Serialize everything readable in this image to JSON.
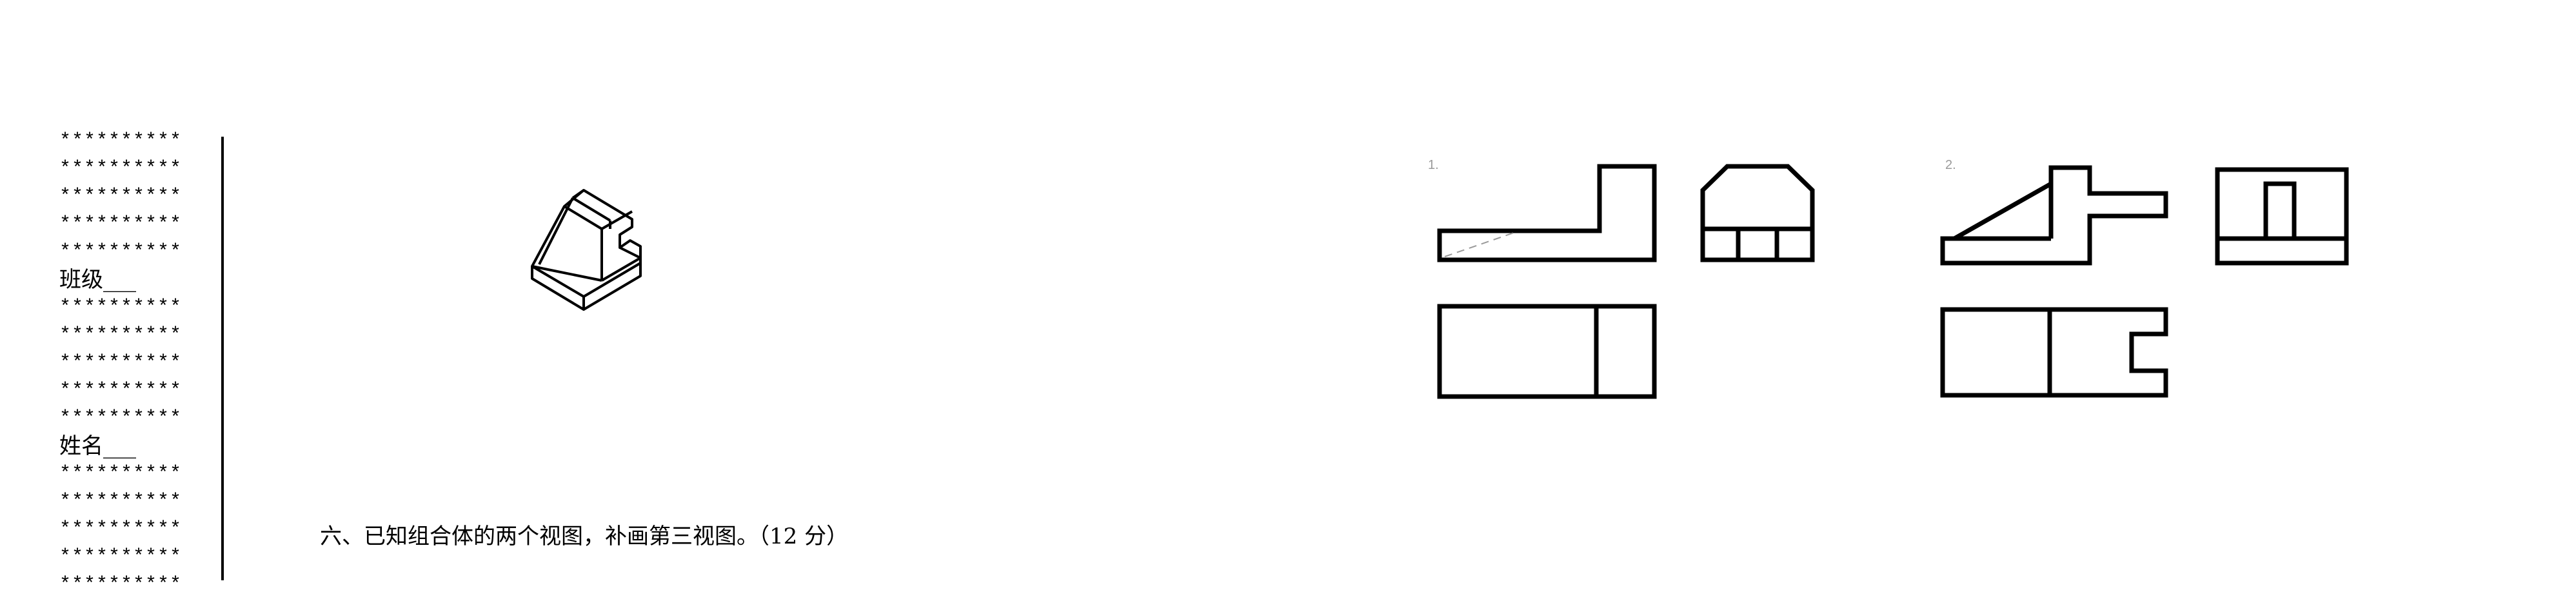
{
  "binding_margin": {
    "lines": [
      {
        "text": "**********"
      },
      {
        "text": "**********"
      },
      {
        "text": "**********"
      },
      {
        "text": "**********"
      },
      {
        "text": "**********"
      },
      {
        "text": "班级___",
        "is_label": true
      },
      {
        "text": "**********"
      },
      {
        "text": "**********"
      },
      {
        "text": "**********"
      },
      {
        "text": "**********"
      },
      {
        "text": "**********"
      },
      {
        "text": "姓名___",
        "is_label": true
      },
      {
        "text": "**********"
      },
      {
        "text": "**********"
      },
      {
        "text": "**********"
      },
      {
        "text": "**********"
      },
      {
        "text": "**********"
      }
    ]
  },
  "question": {
    "text": "六、已知组合体的两个视图，补画第三视图。（12 分）"
  },
  "problems": [
    {
      "number": "1."
    },
    {
      "number": "2."
    }
  ],
  "colors": {
    "line": "#000000",
    "faint": "#9a9a9a"
  }
}
